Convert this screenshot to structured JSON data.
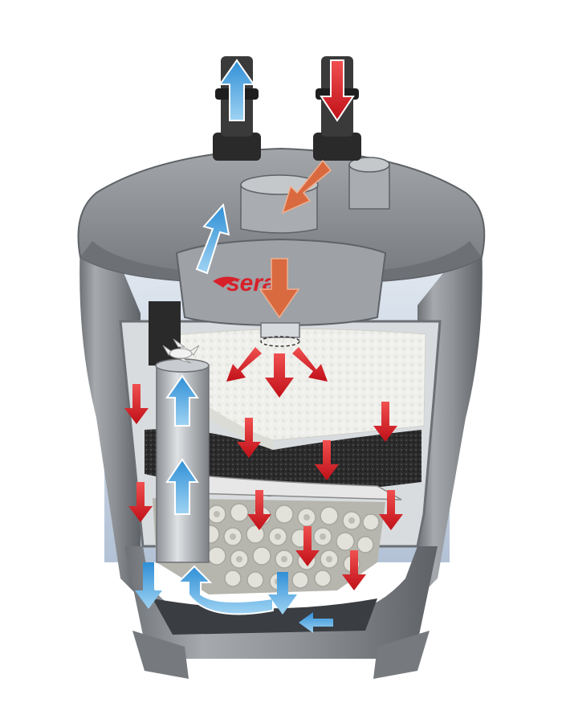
{
  "brand": {
    "logo_text": "sera",
    "logo_color": "#d8202a"
  },
  "colors": {
    "housing": "#8f9296",
    "housing_dark": "#5f6266",
    "housing_light": "#b8bbbe",
    "inflow_arrow": "#d8202a",
    "outflow_arrow": "#4aa3dc",
    "inlet_arrow_in_lid": "#d96a40",
    "fine_wool_pad": "#eeeeea",
    "carbon_sponge": "#2b2b2b",
    "ceramic_rings": "#dcdcd4",
    "window_tint": "#c9d6e6"
  },
  "diagram": {
    "parts": [
      "outlet-nozzle",
      "inlet-nozzle",
      "lid",
      "impeller",
      "riser-tube",
      "fine-filter-wool",
      "carbon-sponge",
      "ceramic-rings",
      "base"
    ],
    "flow_paths": [
      "inflow-downward",
      "outflow-upward"
    ]
  }
}
